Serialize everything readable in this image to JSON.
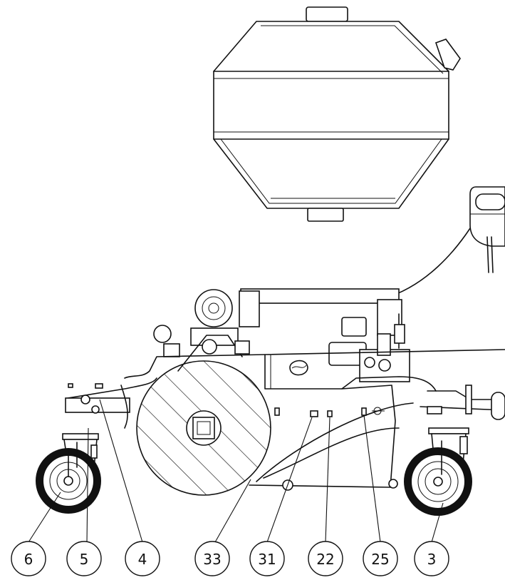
{
  "callouts": [
    {
      "label": "6"
    },
    {
      "label": "5"
    },
    {
      "label": "4"
    },
    {
      "label": "33"
    },
    {
      "label": "31"
    },
    {
      "label": "22"
    },
    {
      "label": "25"
    },
    {
      "label": "3"
    }
  ],
  "colors": {
    "line": "#111111",
    "background": "#ffffff"
  }
}
